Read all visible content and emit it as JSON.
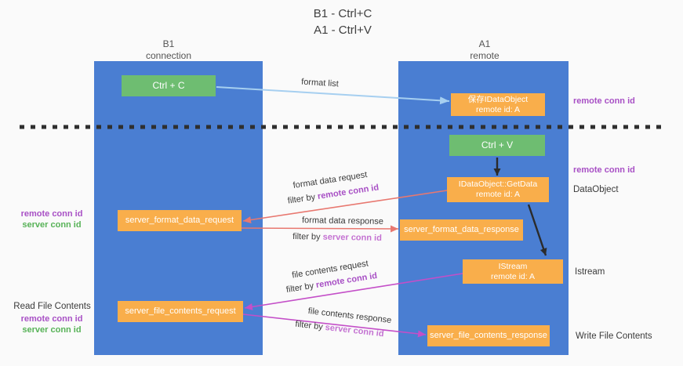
{
  "title": {
    "line1": "B1 - Ctrl+C",
    "line2": "A1 - Ctrl+V"
  },
  "columns": {
    "b1": {
      "name": "B1",
      "subtitle": "connection"
    },
    "a1": {
      "name": "A1",
      "subtitle": "remote"
    }
  },
  "nodes": {
    "ctrl_c": "Ctrl + C",
    "ctrl_v": "Ctrl + V",
    "save_idataobject": {
      "line1": "保存IDataObject",
      "line2": "remote id: A"
    },
    "getdata": {
      "line1": "IDataObject::GetData",
      "line2": "remote id: A"
    },
    "istream": {
      "line1": "IStream",
      "line2": "remote id: A"
    },
    "server_format_data_request": "server_format_data_request",
    "server_format_data_response": "server_format_data_response",
    "server_file_contents_request": "server_file_contents_request",
    "server_file_contents_response": "server_file_contents_response"
  },
  "flow_labels": {
    "format_list": "format list",
    "format_data_request": "format data request",
    "format_data_response": "format data response",
    "file_contents_request": "file contents request",
    "file_contents_response": "file contents response",
    "filter_by": "filter by ",
    "remote_conn_id": "remote conn id",
    "server_conn_id": "server conn id"
  },
  "side_labels": {
    "remote_conn_id": "remote conn id",
    "server_conn_id": "server conn id",
    "dataobject": "DataObject",
    "istream": "Istream",
    "read_file_contents": "Read File Contents",
    "write_file_contents": "Write File Contents"
  },
  "colors": {
    "lifeline_blue": "#4a7ed2",
    "box_green": "#6ebd71",
    "box_orange": "#f9ae4b",
    "arrow_lightblue": "#a6cff0",
    "arrow_salmon": "#e87870",
    "arrow_magenta": "#c44fc8",
    "arrow_black": "#2b2b2b",
    "text_purple": "#a850c5",
    "text_purple_light": "#c472d2",
    "text_green": "#57b257",
    "dashed_line": "#2f2f2f",
    "background": "#fafafa"
  }
}
